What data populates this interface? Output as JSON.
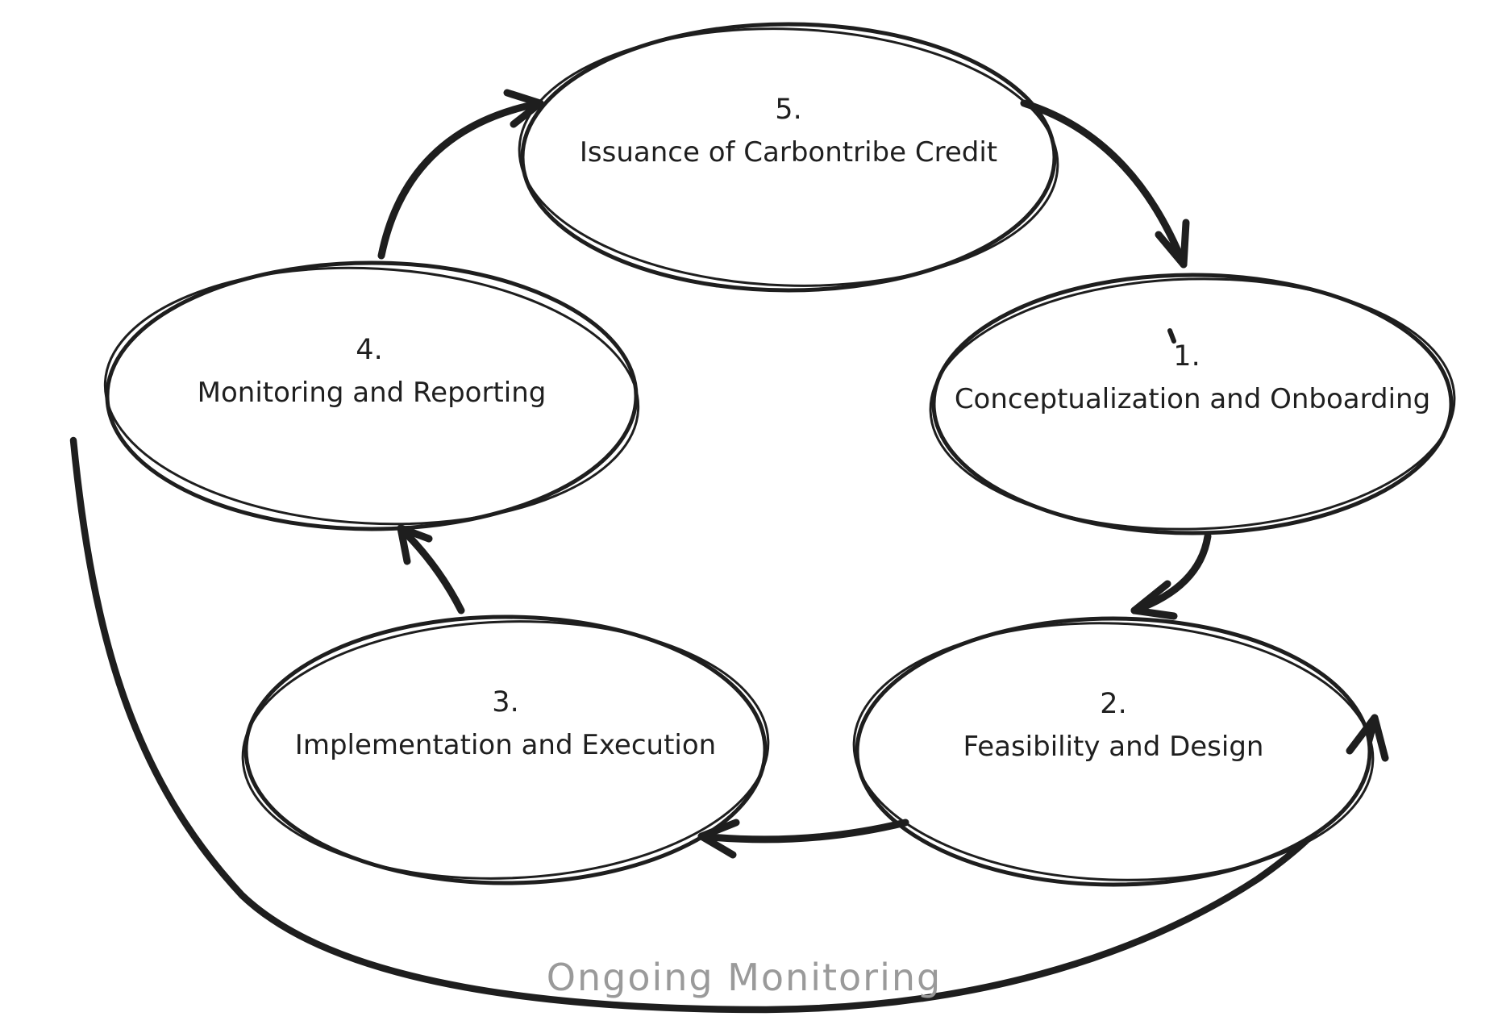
{
  "diagram": {
    "type": "cycle-flowchart",
    "style": "hand-drawn",
    "colors": {
      "background": "#ffffff",
      "ink": "#1e1e1e",
      "annotation": "#9a9a9a",
      "node_fill": "#ffffff",
      "text": "#1f1f1f"
    },
    "nodes": [
      {
        "id": "conceptualization",
        "number": "1.",
        "label": "Conceptualization and Onboarding",
        "position": "right"
      },
      {
        "id": "feasibility",
        "number": "2.",
        "label": "Feasibility and Design",
        "position": "bottom-right"
      },
      {
        "id": "implementation",
        "number": "3.",
        "label": "Implementation and Execution",
        "position": "bottom-left"
      },
      {
        "id": "monitoring",
        "number": "4.",
        "label": "Monitoring and Reporting",
        "position": "left"
      },
      {
        "id": "issuance",
        "number": "5.",
        "label": "Issuance of Carbontribe Credit",
        "position": "top"
      }
    ],
    "edges": [
      {
        "from": "5. Issuance of Carbontribe Credit",
        "to": "1. Conceptualization and Onboarding"
      },
      {
        "from": "1. Conceptualization and Onboarding",
        "to": "2. Feasibility and Design"
      },
      {
        "from": "2. Feasibility and Design",
        "to": "3. Implementation and Execution"
      },
      {
        "from": "3. Implementation and Execution",
        "to": "4. Monitoring and Reporting"
      },
      {
        "from": "4. Monitoring and Reporting",
        "to": "5. Issuance of Carbontribe Credit"
      }
    ],
    "loop_annotation": {
      "label": "Ongoing Monitoring",
      "description": "large curved arrow sweeping around the bottom from the left side up to the right side"
    }
  }
}
